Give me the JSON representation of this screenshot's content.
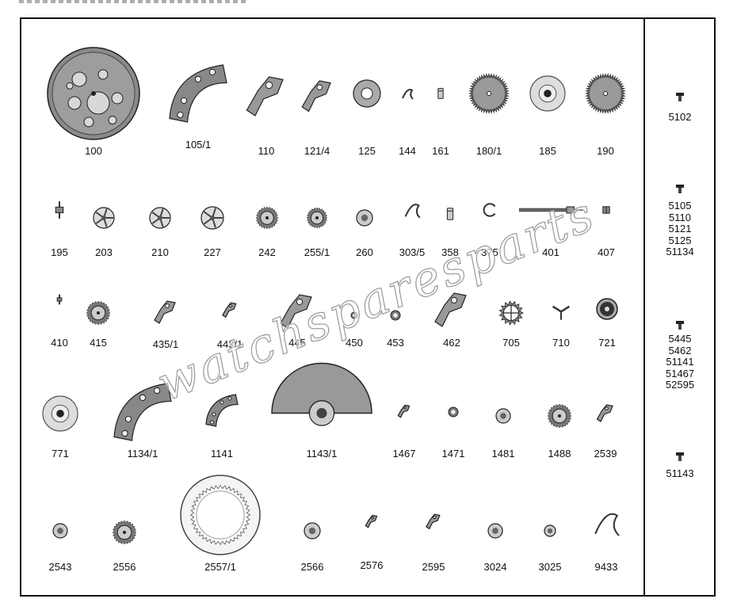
{
  "parts": [
    {
      "label": "100",
      "icon": "movement-plate"
    },
    {
      "label": "105/1",
      "icon": "bridge"
    },
    {
      "label": "110",
      "icon": "lever"
    },
    {
      "label": "121/4",
      "icon": "lever"
    },
    {
      "label": "125",
      "icon": "plate"
    },
    {
      "label": "144",
      "icon": "spring"
    },
    {
      "label": "161",
      "icon": "screw"
    },
    {
      "label": "180/1",
      "icon": "gear-large"
    },
    {
      "label": "185",
      "icon": "disc"
    },
    {
      "label": "190",
      "icon": "gear-large"
    },
    {
      "label": "195",
      "icon": "pinion"
    },
    {
      "label": "203",
      "icon": "wheel-spoked"
    },
    {
      "label": "210",
      "icon": "wheel-spoked"
    },
    {
      "label": "227",
      "icon": "wheel-spoked"
    },
    {
      "label": "242",
      "icon": "wheel"
    },
    {
      "label": "255/1",
      "icon": "wheel"
    },
    {
      "label": "260",
      "icon": "wheel-small"
    },
    {
      "label": "303/5",
      "icon": "spring"
    },
    {
      "label": "358",
      "icon": "screw"
    },
    {
      "label": "375",
      "icon": "clip"
    },
    {
      "label": "401",
      "icon": "stem"
    },
    {
      "label": "407",
      "icon": "nut"
    },
    {
      "label": "410",
      "icon": "pinion"
    },
    {
      "label": "415",
      "icon": "wheel"
    },
    {
      "label": "435/1",
      "icon": "lever"
    },
    {
      "label": "443/1",
      "icon": "lever"
    },
    {
      "label": "445",
      "icon": "lever"
    },
    {
      "label": "450",
      "icon": "jewel"
    },
    {
      "label": "453",
      "icon": "jewel"
    },
    {
      "label": "462",
      "icon": "lever"
    },
    {
      "label": "705",
      "icon": "escape-wheel"
    },
    {
      "label": "710",
      "icon": "pallet"
    },
    {
      "label": "721",
      "icon": "balance"
    },
    {
      "label": "771",
      "icon": "disc"
    },
    {
      "label": "1134/1",
      "icon": "bridge"
    },
    {
      "label": "1141",
      "icon": "bridge"
    },
    {
      "label": "1143/1",
      "icon": "rotor"
    },
    {
      "label": "1467",
      "icon": "lever"
    },
    {
      "label": "1471",
      "icon": "jewel"
    },
    {
      "label": "1481",
      "icon": "wheel-small"
    },
    {
      "label": "1488",
      "icon": "wheel"
    },
    {
      "label": "2539",
      "icon": "lever"
    },
    {
      "label": "2543",
      "icon": "wheel-small"
    },
    {
      "label": "2556",
      "icon": "wheel"
    },
    {
      "label": "2557/1",
      "icon": "ring"
    },
    {
      "label": "2566",
      "icon": "wheel-small"
    },
    {
      "label": "2576",
      "icon": "lever"
    },
    {
      "label": "2595",
      "icon": "lever"
    },
    {
      "label": "3024",
      "icon": "wheel-small"
    },
    {
      "label": "3025",
      "icon": "wheel-small"
    },
    {
      "label": "9433",
      "icon": "spring"
    }
  ],
  "screws": [
    {
      "lines": "5102"
    },
    {
      "lines": "5105\n5110\n5121\n5125\n51134"
    },
    {
      "lines": "5445\n5462\n51141\n51467\n52595"
    },
    {
      "lines": "51143"
    }
  ],
  "watermark": "watchsparesparts"
}
